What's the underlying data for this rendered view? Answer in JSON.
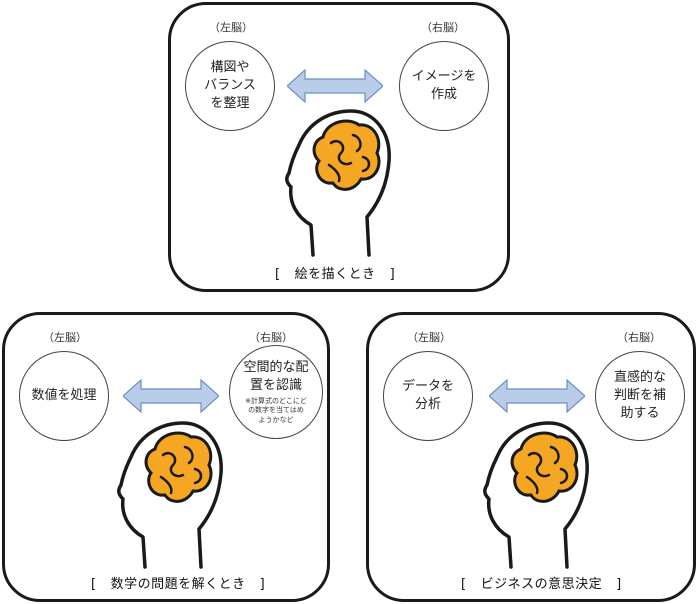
{
  "panels": {
    "top": {
      "left_label": "（左脳）",
      "right_label": "（右脳）",
      "left_text": "構図や\nバランス\nを整理",
      "right_text": "イメージを\n作成",
      "caption": "絵を描くとき"
    },
    "left": {
      "left_label": "（左脳）",
      "right_label": "（右脳）",
      "left_text": "数値を処理",
      "right_text": "空間的な配\n置を認識",
      "right_note": "※計算式のどこにど\nの数字を当てはめ\nようかなど",
      "caption": "数学の問題を解くとき"
    },
    "right": {
      "left_label": "（左脳）",
      "right_label": "（右脳）",
      "left_text": "データを\n分析",
      "right_text": "直感的な\n判断を補\n助する",
      "caption": "ビジネスの意思決定"
    }
  },
  "brackets": {
    "open": "[",
    "close": "]"
  },
  "colors": {
    "arrow_fill": "#b9cde8",
    "arrow_stroke": "#6b8fc4",
    "brain_fill": "#f5a623",
    "outline": "#1a1a1a"
  },
  "icons": {
    "head": "head-profile-icon",
    "brain": "brain-icon",
    "arrow": "double-arrow-icon"
  }
}
